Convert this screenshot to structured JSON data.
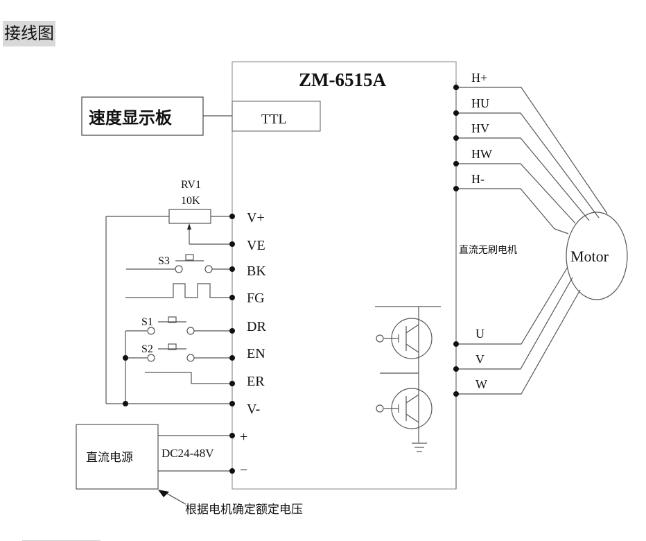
{
  "page": {
    "heading": "接线图"
  },
  "diagram": {
    "controller": {
      "model": "ZM-6515A",
      "ttl_port": "TTL"
    },
    "speed_display": "速度显示板",
    "potentiometer": {
      "ref": "RV1",
      "value": "10K"
    },
    "switches": {
      "s1": "S1",
      "s2": "S2",
      "s3": "S3"
    },
    "left_terminals": [
      "V+",
      "VE",
      "BK",
      "FG",
      "DR",
      "EN",
      "ER",
      "V-"
    ],
    "power_terminals": [
      "+",
      "−"
    ],
    "hall_terminals": [
      "H+",
      "HU",
      "HV",
      "HW",
      "H-"
    ],
    "phase_terminals": [
      "U",
      "V",
      "W"
    ],
    "motor_type": "直流无刷电机",
    "motor": "Motor",
    "power_supply": "直流电源",
    "voltage": "DC24-48V",
    "note": "根据电机确定额定电压"
  }
}
